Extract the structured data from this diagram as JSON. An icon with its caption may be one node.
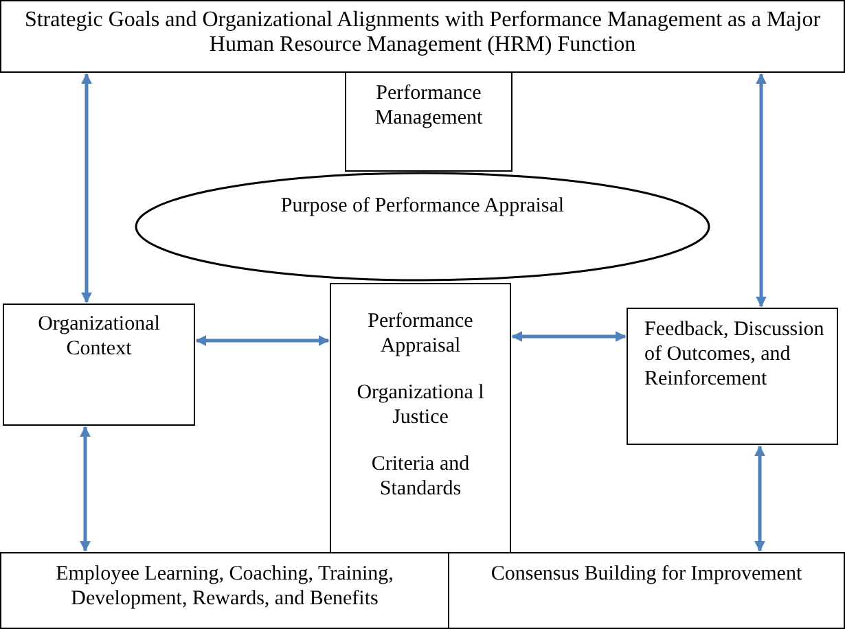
{
  "diagram": {
    "nodes": [
      {
        "text": [
          "Strategic Goals and Organizational Alignments with Performance Management as a Major Human Resource Management (HRM) Function"
        ]
      },
      {
        "text": [
          "Performance Management"
        ]
      },
      {
        "text": [
          "Purpose of Performance Appraisal"
        ]
      },
      {
        "text": [
          "Organizational Context"
        ]
      },
      {
        "text": [
          "Performance Appraisal",
          "Organizationa l Justice",
          "Criteria and Standards"
        ]
      },
      {
        "text": [
          "Feedback, Discussion of Outcomes, and Reinforcement"
        ]
      },
      {
        "text": [
          "Employee Learning, Coaching, Training, Development, Rewards, and Benefits"
        ]
      },
      {
        "text": [
          "Consensus Building for Improvement"
        ]
      }
    ],
    "edges": [
      {
        "from": 0,
        "to": 3,
        "arrow": "both"
      },
      {
        "from": 0,
        "to": 5,
        "arrow": "both"
      },
      {
        "from": 3,
        "to": 4,
        "arrow": "both"
      },
      {
        "from": 4,
        "to": 5,
        "arrow": "both"
      },
      {
        "from": 3,
        "to": 6,
        "arrow": "both"
      },
      {
        "from": 5,
        "to": 7,
        "arrow": "both"
      }
    ]
  }
}
